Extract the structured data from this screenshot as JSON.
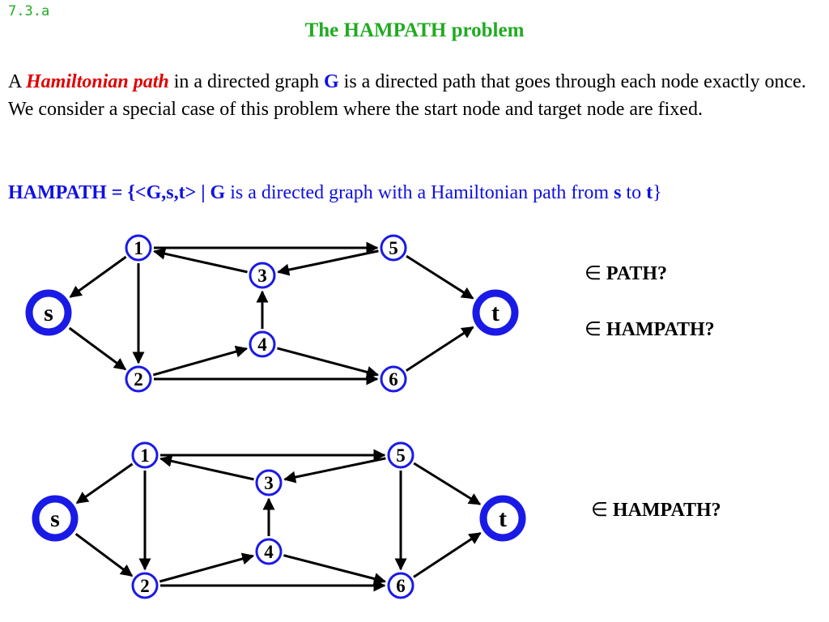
{
  "slide_number": "7.3.a",
  "title": "The HAMPATH problem",
  "paragraph": {
    "t1": "A ",
    "hamiltonian_path": "Hamiltonian path",
    "t2": " in a directed graph ",
    "g": "G",
    "t3": " is a directed path that goes through each node exactly once. We consider a special case of this problem where the start node and target node are fixed."
  },
  "definition": {
    "lhs": "HAMPATH = {<G,s,t> | G",
    "mid1": " is a directed graph with a Hamiltonian path from ",
    "s": "s",
    "mid2": " to ",
    "t": "t",
    "end": "}"
  },
  "questions": {
    "symbol": "∈",
    "q1": " PATH?",
    "q2": " HAMPATH?",
    "q3": " HAMPATH?"
  },
  "colors": {
    "title": "#22aa22",
    "highlight": "#e00000",
    "blue_text": "#1010e0",
    "node_ring": "#1a1ae6"
  },
  "graphs": [
    {
      "nodes": [
        {
          "id": "s",
          "label": "s"
        },
        {
          "id": "t",
          "label": "t"
        },
        {
          "id": "1",
          "label": "1"
        },
        {
          "id": "2",
          "label": "2"
        },
        {
          "id": "3",
          "label": "3"
        },
        {
          "id": "4",
          "label": "4"
        },
        {
          "id": "5",
          "label": "5"
        },
        {
          "id": "6",
          "label": "6"
        }
      ],
      "edges": [
        [
          "1",
          "s"
        ],
        [
          "s",
          "2"
        ],
        [
          "1",
          "2"
        ],
        [
          "1",
          "5"
        ],
        [
          "3",
          "1"
        ],
        [
          "5",
          "3"
        ],
        [
          "4",
          "3"
        ],
        [
          "2",
          "4"
        ],
        [
          "4",
          "6"
        ],
        [
          "2",
          "6"
        ],
        [
          "5",
          "t"
        ],
        [
          "6",
          "t"
        ]
      ]
    },
    {
      "nodes": [
        {
          "id": "s",
          "label": "s"
        },
        {
          "id": "t",
          "label": "t"
        },
        {
          "id": "1",
          "label": "1"
        },
        {
          "id": "2",
          "label": "2"
        },
        {
          "id": "3",
          "label": "3"
        },
        {
          "id": "4",
          "label": "4"
        },
        {
          "id": "5",
          "label": "5"
        },
        {
          "id": "6",
          "label": "6"
        }
      ],
      "edges": [
        [
          "1",
          "s"
        ],
        [
          "s",
          "2"
        ],
        [
          "1",
          "2"
        ],
        [
          "1",
          "5"
        ],
        [
          "3",
          "1"
        ],
        [
          "5",
          "3"
        ],
        [
          "4",
          "3"
        ],
        [
          "2",
          "4"
        ],
        [
          "4",
          "6"
        ],
        [
          "2",
          "6"
        ],
        [
          "5",
          "t"
        ],
        [
          "6",
          "t"
        ],
        [
          "5",
          "6"
        ]
      ]
    }
  ]
}
